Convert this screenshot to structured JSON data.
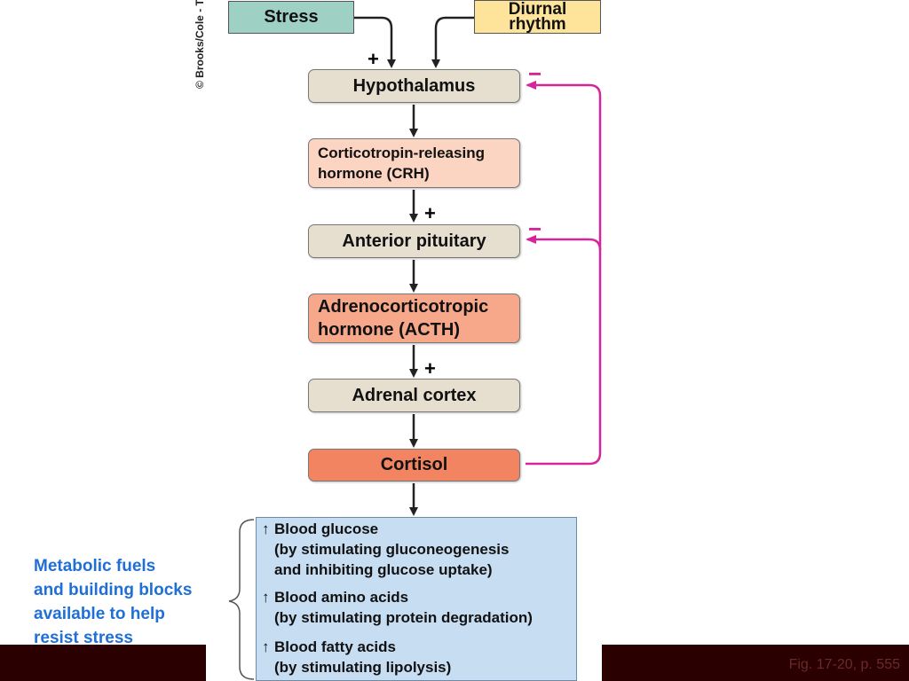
{
  "inputs": {
    "stress": "Stress",
    "diurnal_line1": "Diurnal",
    "diurnal_line2": "rhythm"
  },
  "nodes": {
    "hypothalamus": "Hypothalamus",
    "crh_line1": "Corticotropin-releasing",
    "crh_line2": "hormone (CRH)",
    "anterior_pituitary": "Anterior pituitary",
    "acth_line1": "Adrenocorticotropic",
    "acth_line2": "hormone (ACTH)",
    "adrenal_cortex": "Adrenal cortex",
    "cortisol": "Cortisol"
  },
  "signs": {
    "plus": "+",
    "minus": "−"
  },
  "effects": {
    "glucose_title": "Blood glucose",
    "glucose_sub1": "(by stimulating gluconeogenesis",
    "glucose_sub2": "and inhibiting glucose uptake)",
    "amino_title": "Blood amino acids",
    "amino_sub": "(by stimulating protein degradation)",
    "fatty_title": "Blood fatty acids",
    "fatty_sub": "(by stimulating lipolysis)",
    "increase_symbol": "↑"
  },
  "metabolic_text": {
    "line1": "Metabolic fuels",
    "line2": "and building blocks",
    "line3": "available to help",
    "line4": "resist stress"
  },
  "credit": "© Brooks/Cole - Thomson Learning",
  "figure_label": "Fig. 17-20, p. 555",
  "colors": {
    "stress_box": "#9fd0c4",
    "diurnal_box": "#fde49a",
    "gland_box": "#e6dfcf",
    "crh_box": "#fbd4c2",
    "acth_box": "#f7a88a",
    "cortisol_box": "#f28462",
    "effects_box": "#c7ddf2",
    "feedback_line": "#d6249a",
    "metabolic_text": "#1f6fd6",
    "bottom_bar": "#2a0000"
  }
}
